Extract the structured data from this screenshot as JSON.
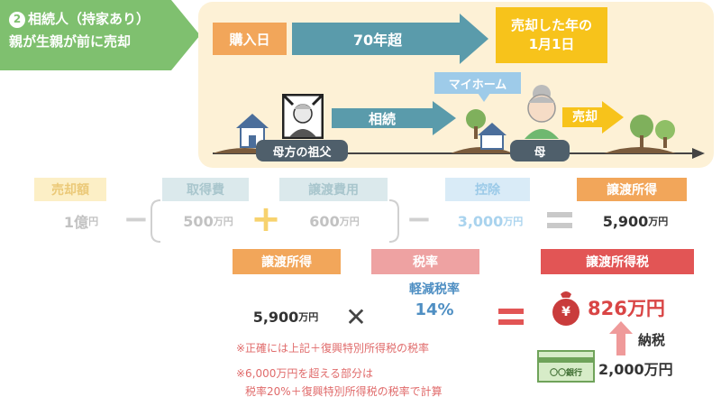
{
  "header": {
    "number": "2",
    "line1": "相続人（持家あり）",
    "line2": "親が生親が前に売却"
  },
  "timeline": {
    "purchase": "購入日",
    "duration": "70年超",
    "sale_date_line1": "売却した年の",
    "sale_date_line2": "1月1日",
    "my_home": "マイホーム",
    "inheritance": "相続",
    "sale": "売却",
    "grandfather": "母方の祖父",
    "mother": "母"
  },
  "formula": {
    "sale_price_label": "売却額",
    "sale_price_value": "1億",
    "acquisition_label": "取得費",
    "acquisition_value": "500",
    "transfer_cost_label": "譲渡費用",
    "transfer_cost_value": "600",
    "deduction_label": "控除",
    "deduction_value": "3,000",
    "transfer_income_label": "譲渡所得",
    "transfer_income_value": "5,900",
    "unit_yen": "円",
    "unit_manyen": "万円"
  },
  "tax": {
    "income_label": "譲渡所得",
    "income_value": "5,900",
    "rate_label": "税率",
    "reduced_rate_label": "軽減税率",
    "reduced_rate_value": "14%",
    "tax_label": "譲渡所得税",
    "tax_value": "826万円",
    "payment_label": "納税",
    "payment_value": "2,000万円",
    "bank_label": "〇〇銀行",
    "yen_symbol": "¥",
    "note1": "※正確には上記＋復興特別所得税の税率",
    "note2": "※6,000万円を超える部分は",
    "note3": "税率20%＋復興特別所得税の税率で計算"
  },
  "colors": {
    "green": "#7fc06f",
    "orange": "#f2a65a",
    "yellow": "#f7c31b",
    "teal": "#5a9bab",
    "red": "#e25555"
  }
}
